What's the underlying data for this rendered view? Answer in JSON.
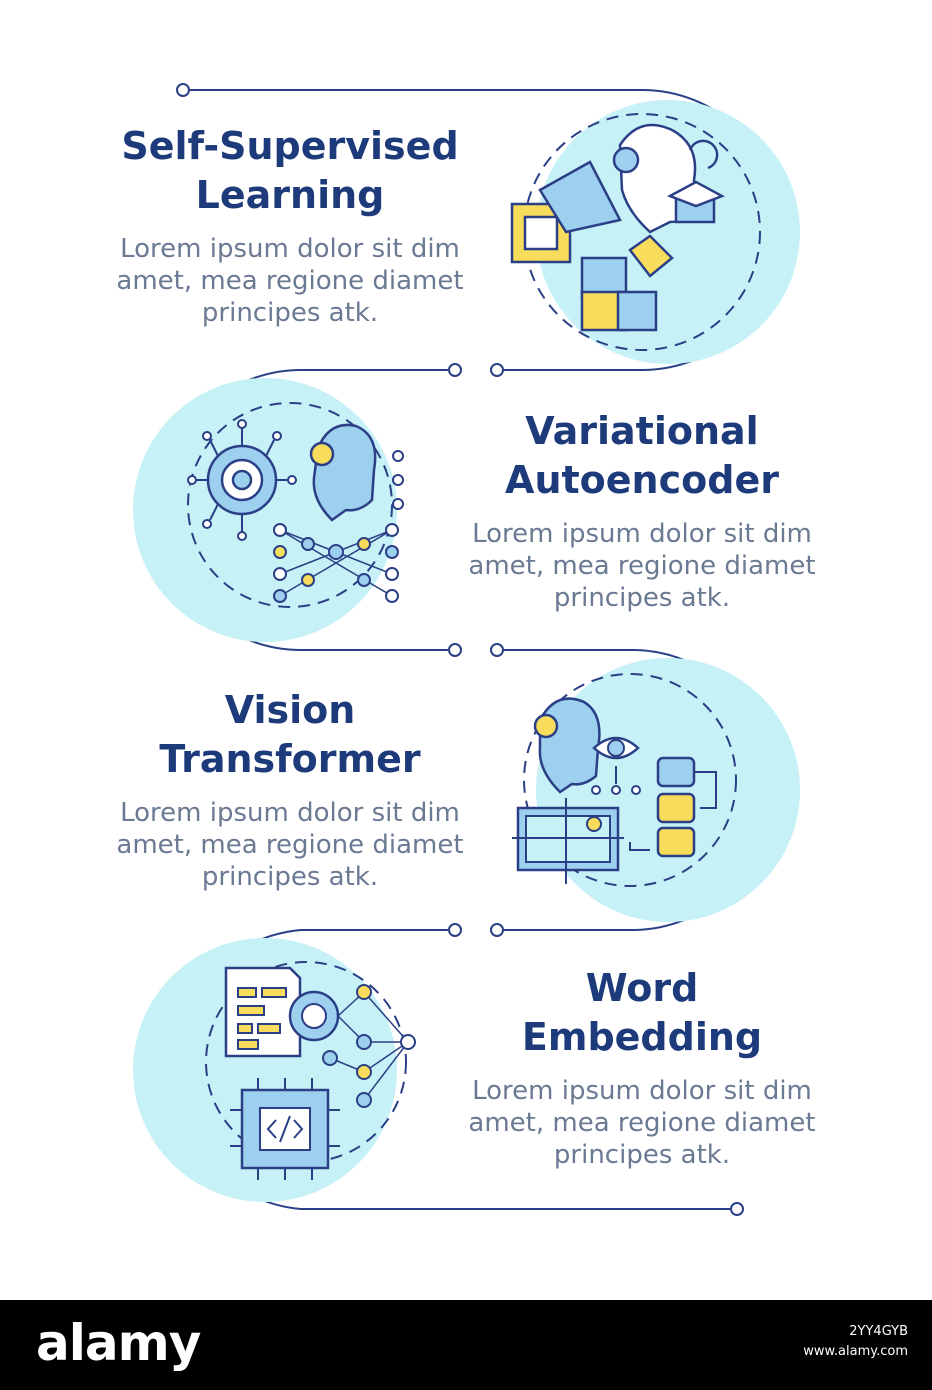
{
  "sections": [
    {
      "title_line1": "Self-Supervised",
      "title_line2": "Learning",
      "body_line1": "Lorem ipsum dolor sit dim",
      "body_line2": "amet, mea regione diamet",
      "body_line3": "principes atk."
    },
    {
      "title_line1": "Variational",
      "title_line2": "Autoencoder",
      "body_line1": "Lorem ipsum dolor sit dim",
      "body_line2": "amet, mea regione diamet",
      "body_line3": "principes atk."
    },
    {
      "title_line1": "Vision",
      "title_line2": "Transformer",
      "body_line1": "Lorem ipsum dolor sit dim",
      "body_line2": "amet, mea regione diamet",
      "body_line3": "principes atk."
    },
    {
      "title_line1": "Word",
      "title_line2": "Embedding",
      "body_line1": "Lorem ipsum dolor sit dim",
      "body_line2": "amet, mea regione diamet",
      "body_line3": "principes atk."
    }
  ],
  "icons": [
    "ai-head-graduation-puzzle-icon",
    "gear-network-ai-head-icon",
    "ai-head-eye-image-flow-icon",
    "document-gear-chip-code-icon"
  ],
  "watermark": {
    "brand": "alamy",
    "image_id": "2YY4GYB",
    "site": "www.alamy.com"
  },
  "colors": {
    "navy": "#1d3a7a",
    "line": "#2b3f86",
    "cyan": "#c5f1f7",
    "blue": "#9dd0ef",
    "yellow": "#f8dc5b",
    "body_text": "#6b7a93"
  }
}
